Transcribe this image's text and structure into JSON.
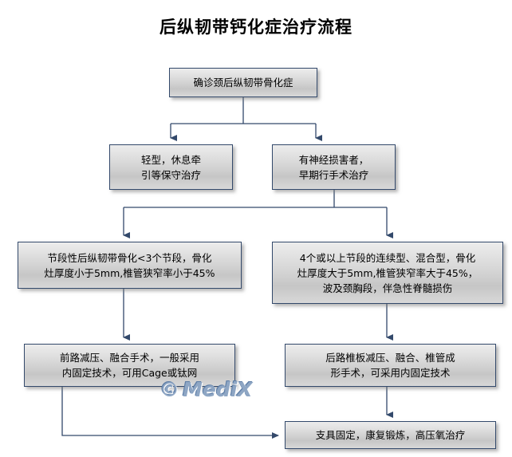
{
  "title": "后纵韧带钙化症治疗流程",
  "background_color": "#ffffff",
  "node_border_color": "#33496b",
  "connector_color": "#33496b",
  "watermark": {
    "mark": "©",
    "text": "MediX",
    "color": "#8ea6c4"
  },
  "nodes": {
    "diagnosis": {
      "id": "node-diagnosis",
      "text": "确诊颈后纵韧带骨化症"
    },
    "mild": {
      "id": "node-mild",
      "text": "轻型，休息牵\n引等保守治疗"
    },
    "neuro": {
      "id": "node-neuro",
      "text": "有神经损害者，\n早期行手术治疗"
    },
    "segmental": {
      "id": "node-segmental",
      "text": "节段性后纵韧带骨化<3个节段，骨化\n灶厚度小于5mm,椎管狭窄率小于45%"
    },
    "continuous": {
      "id": "node-continuous",
      "text": "4个或以上节段的连续型、混合型，骨化\n灶厚度大于5mm,椎管狭窄率大于45%，\n波及颈胸段，伴急性脊髓损伤"
    },
    "anterior": {
      "id": "node-anterior",
      "text": "前路减压、融合手术，一般采用\n内固定技术，可用Cage或钛网"
    },
    "posterior": {
      "id": "node-posterior",
      "text": "后路椎板减压、融合、椎管成\n形手术，可采用内固定技术"
    },
    "rehab": {
      "id": "node-rehab",
      "text": "支具固定，康复锻炼，高压氧治疗"
    }
  },
  "chart_data": {
    "type": "diagram",
    "title": "后纵韧带钙化症治疗流程",
    "nodes": [
      {
        "key": "diagnosis",
        "label": "确诊颈后纵韧带骨化症",
        "level": 1
      },
      {
        "key": "mild",
        "label": "轻型，休息牵引等保守治疗",
        "level": 2
      },
      {
        "key": "neuro",
        "label": "有神经损害者，早期行手术治疗",
        "level": 2
      },
      {
        "key": "segmental",
        "label": "节段性后纵韧带骨化<3个节段，骨化灶厚度小于5mm,椎管狭窄率小于45%",
        "level": 3
      },
      {
        "key": "continuous",
        "label": "4个或以上节段的连续型、混合型，骨化灶厚度大于5mm,椎管狭窄率大于45%，波及颈胸段，伴急性脊髓损伤",
        "level": 3
      },
      {
        "key": "anterior",
        "label": "前路减压、融合手术，一般采用内固定技术，可用Cage或钛网",
        "level": 4
      },
      {
        "key": "posterior",
        "label": "后路椎板减压、融合、椎管成形手术，可采用内固定技术",
        "level": 4
      },
      {
        "key": "rehab",
        "label": "支具固定，康复锻炼，高压氧治疗",
        "level": 5
      }
    ],
    "edges": [
      {
        "from": "diagnosis",
        "to": "mild"
      },
      {
        "from": "diagnosis",
        "to": "neuro"
      },
      {
        "from": "neuro",
        "to": "segmental"
      },
      {
        "from": "neuro",
        "to": "continuous"
      },
      {
        "from": "segmental",
        "to": "anterior"
      },
      {
        "from": "continuous",
        "to": "posterior"
      },
      {
        "from": "anterior",
        "to": "rehab"
      },
      {
        "from": "posterior",
        "to": "rehab"
      }
    ]
  }
}
